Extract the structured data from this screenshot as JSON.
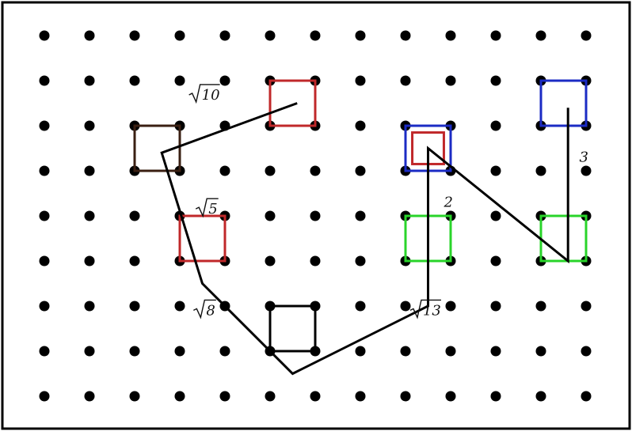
{
  "grid": {
    "columns": 13,
    "rows": 9,
    "dot_color": "#000000"
  },
  "colors": {
    "red": "#c0282a",
    "blue": "#1b2bc4",
    "green": "#29d42a",
    "brown": "#3a1f12",
    "black": "#000000"
  },
  "squares": [
    {
      "name": "brown-square",
      "col": 2,
      "row": 2,
      "size": 1,
      "color": "brown"
    },
    {
      "name": "red-square-top",
      "col": 5,
      "row": 1,
      "size": 1,
      "color": "red"
    },
    {
      "name": "red-square-left",
      "col": 3,
      "row": 4,
      "size": 1,
      "color": "red"
    },
    {
      "name": "black-square-bottom",
      "col": 5,
      "row": 6,
      "size": 1,
      "color": "black"
    },
    {
      "name": "green-square-middle",
      "col": 8,
      "row": 4,
      "size": 1,
      "color": "green"
    },
    {
      "name": "blue-square-middle",
      "col": 8,
      "row": 2,
      "size": 1,
      "color": "blue"
    },
    {
      "name": "red-square-inner",
      "col": 8.15,
      "row": 2.15,
      "size": 0.7,
      "color": "red"
    },
    {
      "name": "blue-square-right",
      "col": 11,
      "row": 1,
      "size": 1,
      "color": "blue"
    },
    {
      "name": "green-square-right",
      "col": 11,
      "row": 4,
      "size": 1,
      "color": "green"
    }
  ],
  "path": {
    "color": "#000000",
    "points": [
      [
        5.6,
        1.5
      ],
      [
        2.6,
        2.6
      ],
      [
        3.5,
        5.5
      ],
      [
        5.5,
        7.5
      ],
      [
        8.5,
        6.0
      ],
      [
        8.5,
        2.5
      ],
      [
        11.6,
        5.0
      ],
      [
        11.6,
        1.6
      ]
    ]
  },
  "labels": [
    {
      "name": "label-sqrt-10",
      "text": "10",
      "radical": true,
      "col": 3.45,
      "row": 1.42
    },
    {
      "name": "label-sqrt-5",
      "text": "5",
      "radical": true,
      "col": 3.6,
      "row": 3.95
    },
    {
      "name": "label-sqrt-8",
      "text": "8",
      "radical": true,
      "col": 3.55,
      "row": 6.2
    },
    {
      "name": "label-sqrt-13",
      "text": "13",
      "radical": true,
      "col": 8.35,
      "row": 6.2
    },
    {
      "name": "label-2",
      "text": "2",
      "radical": false,
      "col": 8.85,
      "row": 3.8
    },
    {
      "name": "label-3",
      "text": "3",
      "radical": false,
      "col": 11.85,
      "row": 2.8
    }
  ]
}
